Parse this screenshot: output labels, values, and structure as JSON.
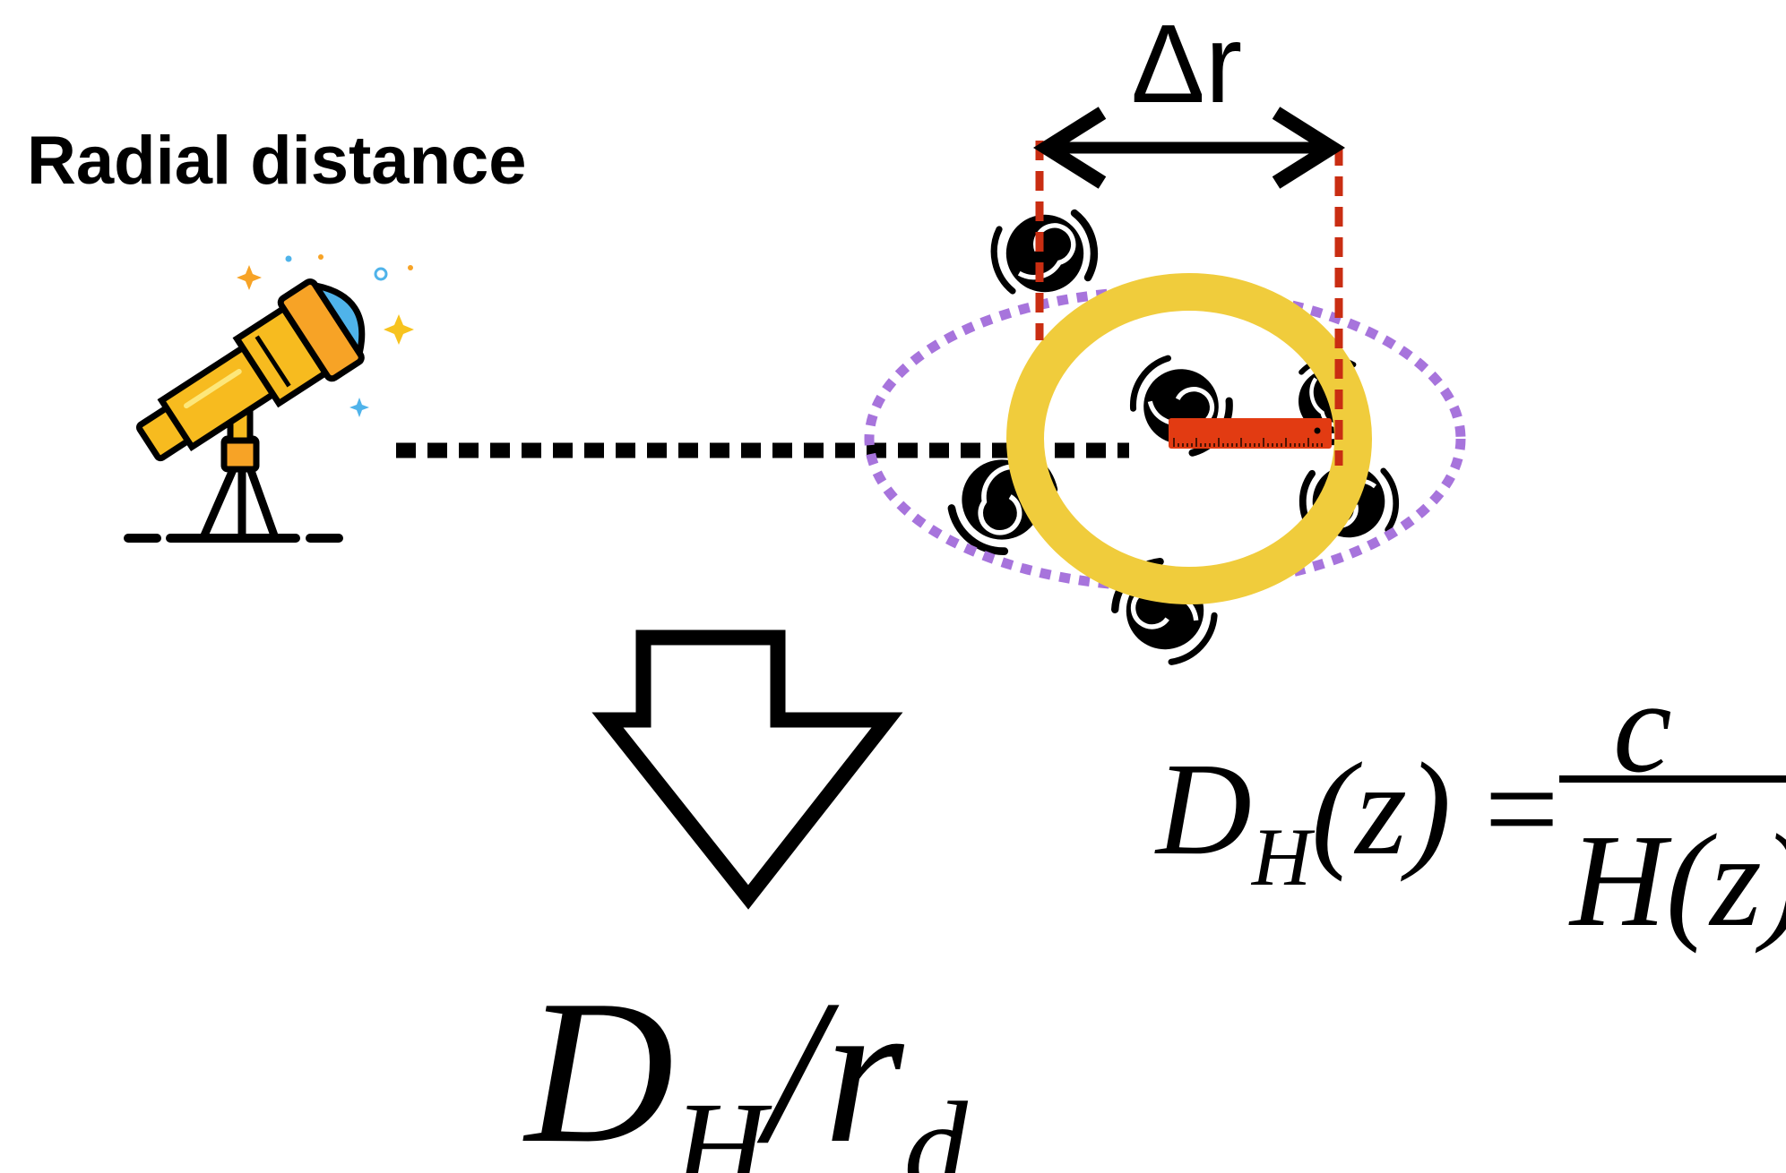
{
  "title": "Radial distance",
  "delta_label": "Δr",
  "formula": {
    "lhs_symbol": "D",
    "lhs_sub": "H",
    "lhs_arg": "(z)",
    "equals": "=",
    "numerator": "c",
    "denominator_symbol": "H",
    "denominator_arg": "(z)"
  },
  "ratio": {
    "symbol": "D",
    "sub": "H",
    "slash": "/",
    "r": "r",
    "r_sub": "d"
  },
  "colors": {
    "bao_ring": "#f0cc3c",
    "dotted_ellipse": "#a774dc",
    "guide_lines": "#c92d12",
    "ruler": "#e23b12",
    "telescope_body": "#f7bb1f",
    "telescope_lens": "#4fb3ea",
    "ink": "#000000"
  },
  "icons": [
    "telescope-icon",
    "galaxy-icon",
    "ruler-icon",
    "down-arrow-icon",
    "double-arrow-icon"
  ]
}
